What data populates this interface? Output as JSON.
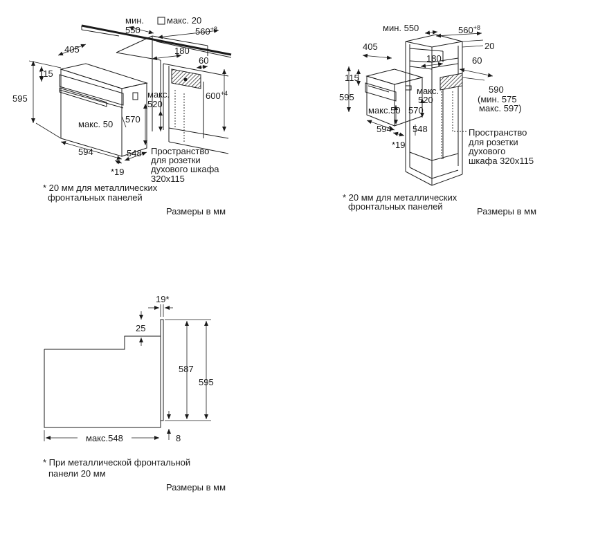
{
  "diagram1": {
    "min_label": "мин.",
    "min_value": "550",
    "max20": "макс. 20",
    "d560": "560",
    "d560_sup": "+8",
    "d405": "405",
    "d180": "180",
    "d60": "60",
    "d115": "115",
    "d595": "595",
    "max_label": "макс.",
    "d520": "520",
    "d600": "600",
    "d600_sup": "+4",
    "d570": "570",
    "max50": "макс. 50",
    "d594": "594",
    "d548": "548",
    "d19": "*19",
    "socket": [
      "Пространство",
      "для розетки",
      "духового шкафа",
      "320x115"
    ],
    "footnote": [
      "* 20 мм для металлических",
      "фронтальных панелей"
    ],
    "units": "Размеры в мм"
  },
  "diagram2": {
    "min550": "мин. 550",
    "d560": "560",
    "d560_sup": "+8",
    "d405": "405",
    "d20": "20",
    "d180": "180",
    "d60": "60",
    "d115": "115",
    "d590": "590",
    "d590_min": "(мин. 575",
    "d590_max": "макс. 597)",
    "d595": "595",
    "max_label": "макс.",
    "d520": "520",
    "max50": "макс.50",
    "d570": "570",
    "d594": "594",
    "d548": "548",
    "d19": "*19",
    "socket": [
      "Пространство",
      "для розетки",
      "духового",
      "шкафа 320x115"
    ],
    "footnote": [
      "* 20 мм для металлических",
      "фронтальных панелей"
    ],
    "units": "Размеры в мм"
  },
  "diagram3": {
    "d19": "19*",
    "d25": "25",
    "d587": "587",
    "d595": "595",
    "max548": "макс.548",
    "d8": "8",
    "footnote": [
      "* При металлической фронтальной",
      "панели 20 мм"
    ],
    "units": "Размеры в мм"
  }
}
